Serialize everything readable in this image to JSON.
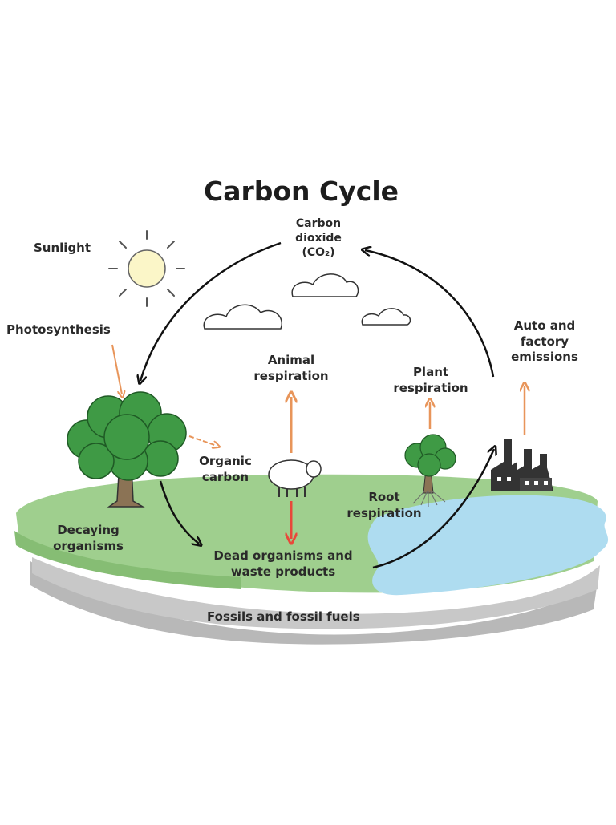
{
  "title": "Carbon Cycle",
  "labels": {
    "sunlight": "Sunlight",
    "co2": [
      "Carbon",
      "dioxide",
      "(CO₂)"
    ],
    "photosynthesis": "Photosynthesis",
    "animal_respiration": [
      "Animal",
      "respiration"
    ],
    "plant_respiration": [
      "Plant",
      "respiration"
    ],
    "emissions": [
      "Auto and",
      "factory",
      "emissions"
    ],
    "organic_carbon": [
      "Organic",
      "carbon"
    ],
    "root_respiration": [
      "Root",
      "respiration"
    ],
    "decaying": [
      "Decaying",
      "organisms"
    ],
    "dead": [
      "Dead organisms and",
      "waste products"
    ],
    "fossils": "Fossils and fossil fuels"
  },
  "colors": {
    "grass": "#9fcf8e",
    "water": "#aedcf0",
    "ground_shadow": "#b8b8b8",
    "foliage": "#3f9a45",
    "trunk": "#8b7355",
    "sun": "#fbf6c8",
    "orange_arrow": "#e8955a",
    "red_arrow": "#e8483a",
    "cycle_arrow": "#111111",
    "factory": "#333333"
  }
}
